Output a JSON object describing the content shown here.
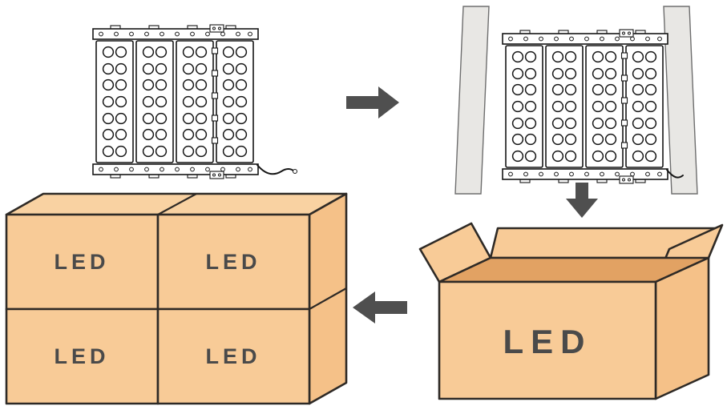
{
  "colors": {
    "carton_front": "#f8cb97",
    "carton_top": "#f9d2a2",
    "carton_side": "#f5c188",
    "carton_inside": "#e2a263",
    "carton_outline": "#2e2a26",
    "foam": "#e8e7e4",
    "foam_outline": "#6e6e6e",
    "arrow": "#4f4f4f",
    "led_label": "#4a4a4a"
  },
  "labels": {
    "open_carton": "LED",
    "stacked_cartons": [
      "LED",
      "LED",
      "LED",
      "LED"
    ]
  }
}
